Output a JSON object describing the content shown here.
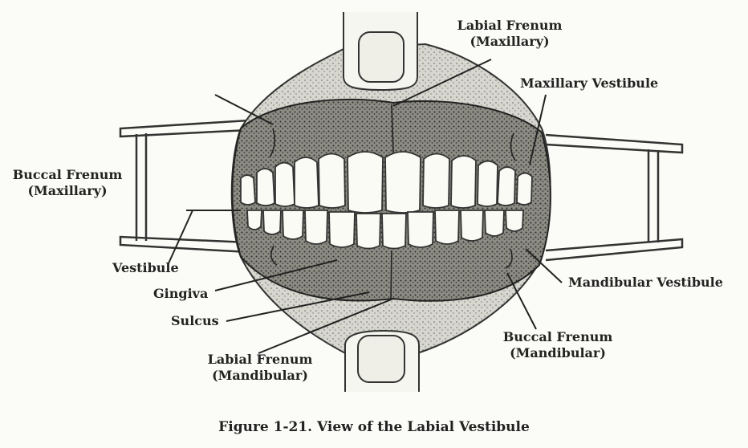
{
  "labels": {
    "labial_frenum_maxillary": [
      "Labial Frenum",
      "(Maxillary)"
    ],
    "maxillary_vestibule": "Maxillary Vestibule",
    "buccal_frenum_maxillary": [
      "Buccal Frenum",
      "(Maxillary)"
    ],
    "vestibule": "Vestibule",
    "gingiva": "Gingiva",
    "sulcus": "Sulcus",
    "labial_frenum_mandibular": [
      "Labial Frenum",
      "(Mandibular)"
    ],
    "mandibular_vestibule": "Mandibular Vestibule",
    "buccal_frenum_mandibular": [
      "Buccal Frenum",
      "(Mandibular)"
    ]
  },
  "caption": "Figure 1-21. View of the Labial Vestibule"
}
